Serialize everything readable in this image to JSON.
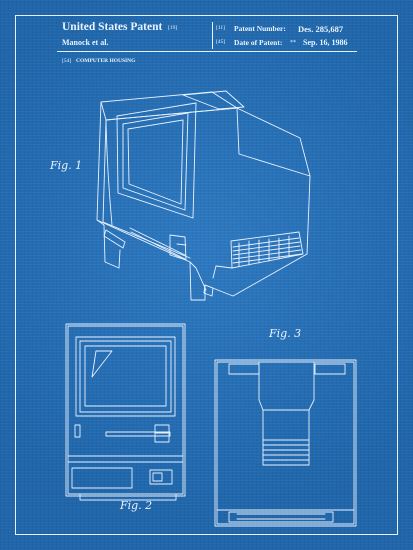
{
  "header": {
    "title": "United States Patent",
    "title_code": "[19]",
    "inventor": "Manock et al.",
    "patent_number_code": "[11]",
    "patent_number_label": "Patent Number:",
    "patent_number": "Des. 285,687",
    "date_code": "[45]",
    "date_label": "Date of Patent:",
    "date_mark": "**",
    "date": "Sep. 16, 1986"
  },
  "subject": {
    "code": "[54]",
    "title": "COMPUTER HOUSING"
  },
  "figures": {
    "fig1": "Fig. 1",
    "fig2": "Fig. 2",
    "fig3": "Fig. 3"
  },
  "colors": {
    "background": "#2271bd",
    "line": "#e8f2ff"
  }
}
